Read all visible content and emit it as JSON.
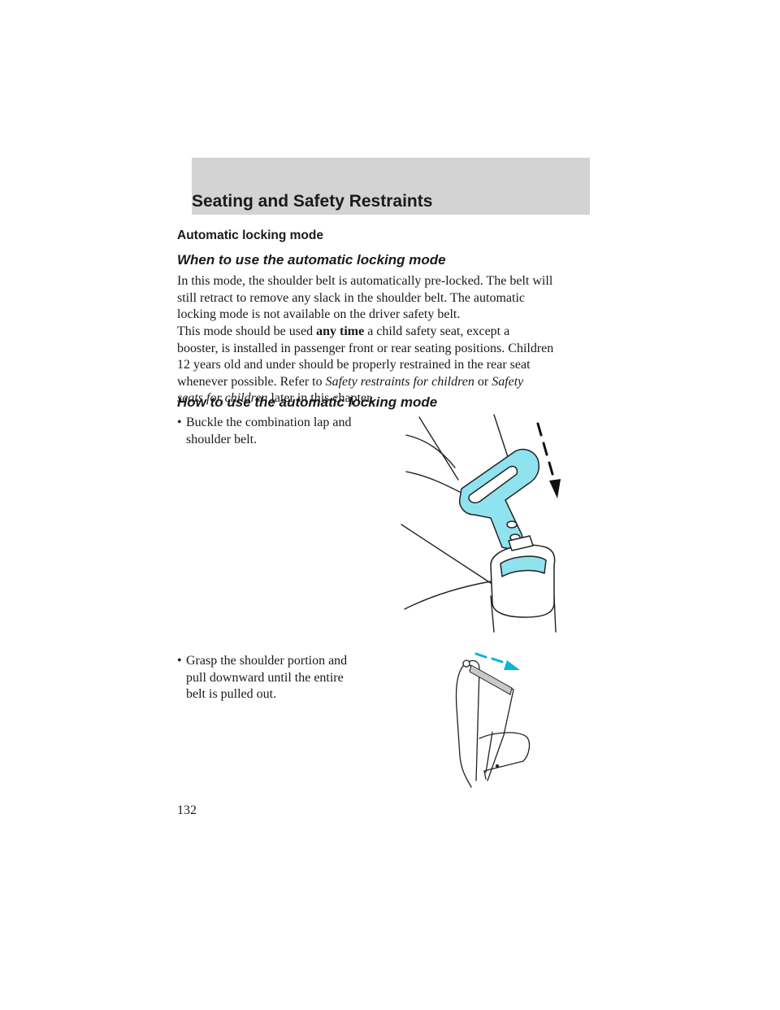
{
  "header": {
    "title": "Seating and Safety Restraints"
  },
  "section": {
    "heading": "Automatic locking mode"
  },
  "when": {
    "heading": "When to use the automatic locking mode",
    "p1_lines": [
      "In this mode, the shoulder belt is automatically pre-locked. The belt will",
      "still retract to remove any slack in the shoulder belt. The automatic",
      "locking mode is not available on the driver safety belt."
    ],
    "p2": {
      "line1_start": "This mode should be used ",
      "line1_bold": "any time",
      "line1_end": " a child safety seat, except a",
      "line2": "booster, is installed in passenger front or rear seating positions. Children",
      "line3": "12 years old and under should be properly restrained in the rear seat",
      "line4_start": "whenever possible. Refer to ",
      "line4_italic1": "Safety restraints for children",
      "line4_mid": " or ",
      "line4_italic2": "Safety",
      "line5_italic": "seats for children",
      "line5_end": " later in this chapter."
    }
  },
  "how": {
    "heading": "How to use the automatic locking mode",
    "bullets": [
      {
        "marker": "•",
        "line1": "Buckle the combination lap and",
        "line2": "shoulder belt.",
        "line3": ""
      },
      {
        "marker": "•",
        "line1": "Grasp the shoulder portion and",
        "line2": "pull downward until the entire",
        "line3": "belt is pulled out."
      }
    ]
  },
  "page_number": "132",
  "colors": {
    "header_band": "#d3d3d3",
    "accent_cyan": "#8fe3ee",
    "arrow_blue": "#0ab4d8"
  }
}
